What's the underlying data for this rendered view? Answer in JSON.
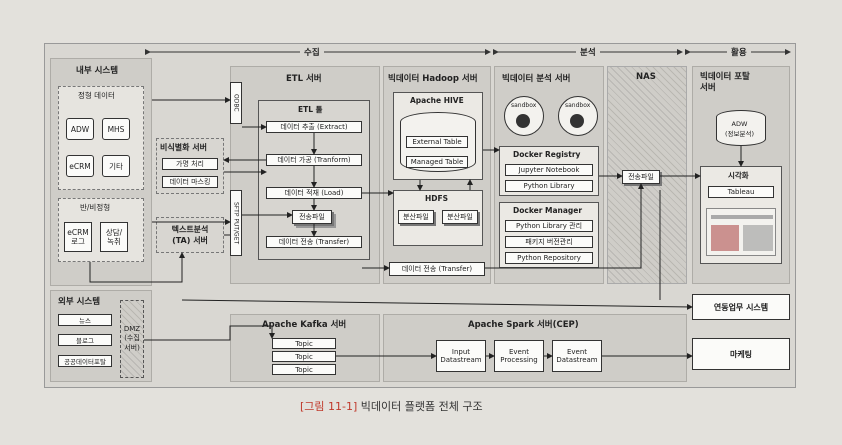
{
  "top_strip": "",
  "header": {
    "collect": "수집",
    "analyze": "분석",
    "use": "활용"
  },
  "internal": {
    "title": "내부 시스템",
    "structured": {
      "title": "정형 데이터",
      "adw": "ADW",
      "mhs": "MHS",
      "ecrm": "eCRM",
      "etc": "기타"
    },
    "unstructured": {
      "title": "반/비정형",
      "ecrm": "eCRM\n로그",
      "consult": "상담/\n녹취"
    }
  },
  "external": {
    "title": "외부 시스템",
    "items": [
      "뉴스",
      "블로그",
      "공공데이터포탈"
    ],
    "dmz": "DMZ\n(수집서버)"
  },
  "deid": {
    "title": "비식별화 서버",
    "items": [
      "가명 처리",
      "데이터 마스킹"
    ]
  },
  "ta": {
    "title": "텍스트분석\n(TA) 서버"
  },
  "etl": {
    "title": "ETL 서버",
    "odbc": "ODBC",
    "sftp": "SFTP PUT/GET",
    "tool": "ETL 툴",
    "steps": [
      "데이터 추출 (Extract)",
      "데이터 가공 (Tranform)",
      "데이터 적재 (Load)"
    ],
    "file": "전송파일",
    "transfer": "데이터 전송 (Transfer)"
  },
  "hadoop": {
    "title": "빅데이터 Hadoop 서버",
    "hive": "Apache HIVE",
    "external_table": "External Table",
    "managed_table": "Managed Table",
    "hdfs": "HDFS",
    "file1": "분산파일",
    "file2": "분산파일",
    "transfer": "데이터 전송 (Transfer)"
  },
  "analysis": {
    "title": "빅데이터 분석 서버",
    "sandbox1": "sandbox",
    "sandbox2": "sandbox",
    "registry": {
      "title": "Docker Registry",
      "items": [
        "Jupyter Notebook",
        "Python Library"
      ]
    },
    "manager": {
      "title": "Docker Manager",
      "items": [
        "Python Library 관리",
        "패키지 버전관리",
        "Python Repository"
      ]
    }
  },
  "nas": {
    "title": "NAS",
    "file": "전송파일"
  },
  "portal": {
    "title": "빅데이터 포탈\n서버",
    "adw": "ADW\n(정보분석)",
    "viz": "시각화",
    "tableau": "Tableau"
  },
  "kafka": {
    "title": "Apache Kafka 서버",
    "topics": [
      "Topic",
      "Topic",
      "Topic"
    ]
  },
  "spark": {
    "title": "Apache Spark 서버(CEP)",
    "steps": [
      "Input\nDatastream",
      "Event\nProcessing",
      "Event\nDatastream"
    ]
  },
  "link_system": "연동업무 시스템",
  "marketing": "마케팅",
  "caption": {
    "figure": "[그림 11-1]",
    "text": "빅데이터 플랫폼 전체 구조"
  },
  "colors": {
    "caption_red": "#c0392b",
    "section": "#cfcdc8",
    "box": "#fbfbf9"
  }
}
